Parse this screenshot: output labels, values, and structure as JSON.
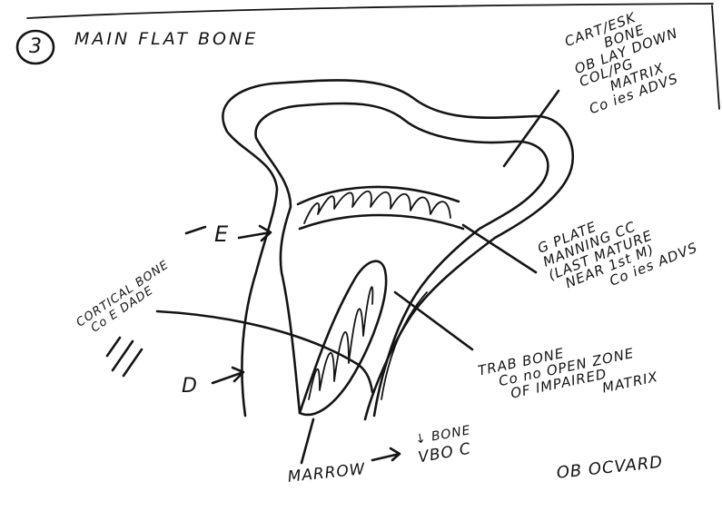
{
  "section": {
    "number": "3",
    "title": "MAIN FLAT BONE"
  },
  "labels": {
    "cartilage_block": [
      "CART/ESK",
      "BONE",
      "OB LAY DOWN",
      "COL/PG",
      "MATRIX",
      "Co ies ADVS"
    ],
    "growth_plate_block": [
      "G PLATE",
      "MANNING CC",
      "(LAST MATURE",
      "NEAR 1st M)",
      "Co ies ADVS"
    ],
    "trab_block": [
      "TRAB BONE",
      "Co no OPEN ZONE",
      "OF IMPAIRED",
      "MATRIX"
    ],
    "ob_ocvard": "OB OCVARD",
    "cortical_bone": [
      "CORTICAL BONE",
      "Co E DADE"
    ],
    "e_marker": "E",
    "d_marker": "D",
    "marrow": "MARROW",
    "bone_note": [
      "↓ BONE",
      "VBO C"
    ]
  },
  "colors": {
    "ink": "#141414",
    "paper": "#ffffff"
  }
}
